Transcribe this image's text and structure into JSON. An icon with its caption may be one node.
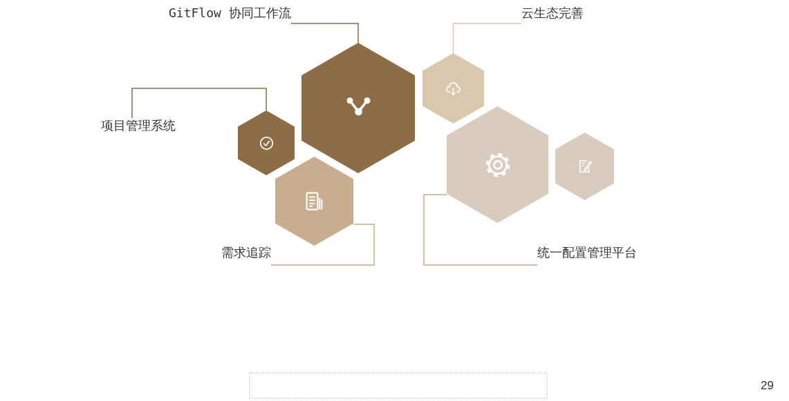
{
  "diagram": {
    "nodes": [
      {
        "text": [
          "GitFlow 协同工作流"
        ]
      },
      {
        "text": [
          "云生态完善"
        ]
      },
      {
        "text": [
          "项目管理系统"
        ]
      },
      {
        "text": [
          "需求追踪"
        ]
      },
      {
        "text": [
          "统一配置管理平台"
        ]
      },
      {
        "text": [],
        "shape": "hexagon"
      },
      {
        "text": [],
        "shape": "hexagon"
      },
      {
        "text": [],
        "shape": "hexagon"
      },
      {
        "text": [],
        "shape": "hexagon"
      },
      {
        "text": [],
        "shape": "hexagon"
      },
      {
        "text": [],
        "shape": "hexagon"
      }
    ],
    "edges": [
      {
        "from": 0,
        "to": 5,
        "arrow": "none",
        "color": "#8c6d46"
      },
      {
        "from": 1,
        "to": 6,
        "arrow": "none",
        "color": "#d9c8ad"
      },
      {
        "from": 2,
        "to": 7,
        "arrow": "none",
        "color": "#8c6d46"
      },
      {
        "from": 3,
        "to": 8,
        "arrow": "none"
      },
      {
        "from": 4,
        "to": 9,
        "arrow": "none"
      }
    ],
    "labels": [
      "29"
    ]
  }
}
